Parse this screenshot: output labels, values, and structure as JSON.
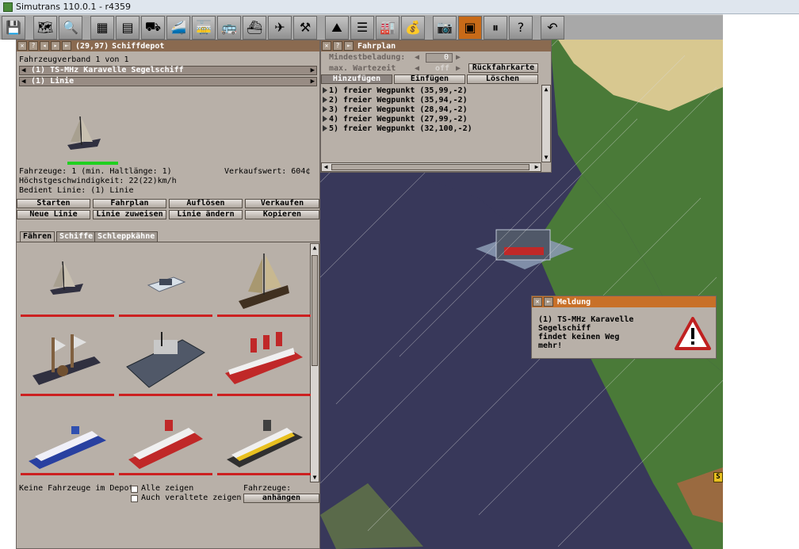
{
  "window": {
    "title": "Simutrans 110.0.1 - r4359"
  },
  "toolbar": {
    "icons": [
      "save-icon",
      "map-icon",
      "magnifier-icon",
      "road-tool-icon",
      "rail-tool-icon",
      "monorail-tool-icon",
      "maglev-tool-icon",
      "tram-tool-icon",
      "bus-tool-icon",
      "ship-tool-icon",
      "airport-tool-icon",
      "crane-tool-icon",
      "slope-tool-icon",
      "list-tool-icon",
      "depot-tool-icon",
      "money-tool-icon",
      "camera-icon",
      "cube-icon",
      "pause-icon",
      "help-icon",
      "undo-icon"
    ]
  },
  "depot": {
    "title_coords": "(29,97)",
    "title_name": "Schiffdepot",
    "convoy_label": "Fahrzeugverband 1 von 1",
    "convoy_select": "(1) TS-MHz Karavelle Segelschiff",
    "line_select": "(1) Linie",
    "stats": {
      "vehicles": "Fahrzeuge: 1 (min. Haltlänge: 1)",
      "sale_value": "Verkaufswert: 604¢",
      "max_speed": "Höchstgeschwindigkeit: 22(22)km/h",
      "serves_line": "Bedient Linie: (1) Linie"
    },
    "buttons_row1": [
      "Starten",
      "Fahrplan",
      "Auflösen",
      "Verkaufen"
    ],
    "buttons_row2": [
      "Neue Linie",
      "Linie zuweisen",
      "Linie ändern",
      "Kopieren"
    ],
    "tabs": [
      "Fähren",
      "Schiffe",
      "Schleppkähne"
    ],
    "vehicles": [
      "small-sailboat-icon",
      "hovercraft-icon",
      "sailing-ship-icon",
      "paddle-steamer-icon",
      "cargo-ship-icon",
      "ocean-liner-icon",
      "cruise-ship-icon",
      "ferry-icon",
      "yacht-icon"
    ],
    "footer": {
      "no_vehicles": "Keine Fahrzeuge im Depot",
      "show_all": "Alle zeigen",
      "show_obsolete": "Auch veraltete zeigen",
      "vehicles_label": "Fahrzeuge:",
      "append_button": "anhängen"
    }
  },
  "schedule": {
    "title": "Fahrplan",
    "min_load_label": "Mindestbeladung:",
    "min_load_value": "0",
    "max_wait_label": "max. Wartezeit",
    "max_wait_value": "off",
    "return_button": "Rückfahrkarte",
    "buttons": [
      "Hinzufügen",
      "Einfügen",
      "Löschen"
    ],
    "entries": [
      "1) freier Wegpunkt (35,99,-2)",
      "2) freier Wegpunkt (35,94,-2)",
      "3) freier Wegpunkt (28,94,-2)",
      "4) freier Wegpunkt (27,99,-2)",
      "5) freier Wegpunkt (32,100,-2)"
    ]
  },
  "message": {
    "title": "Meldung",
    "line1": "(1) TS-MHz Karavelle",
    "line2": "Segelschiff",
    "line3": "findet keinen Weg",
    "line4": "mehr!"
  },
  "map": {
    "edge_badge": "S"
  },
  "colors": {
    "water": "#38385a",
    "land": "#4a7a38",
    "panel": "#b8b0a8",
    "titlebar": "#8a6a50",
    "message_title": "#c87028",
    "ruler": "#cc2020"
  }
}
